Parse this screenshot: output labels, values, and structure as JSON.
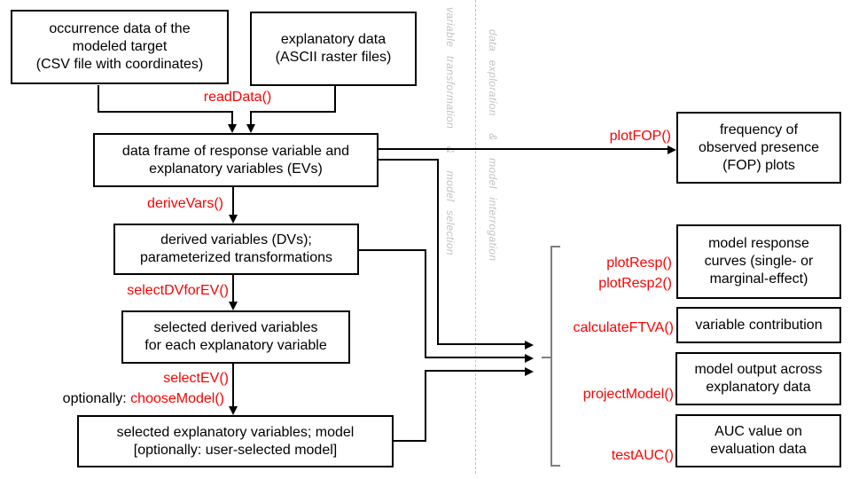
{
  "boxes": {
    "occurrence": "occurrence data of the\nmodeled target\n(CSV file with coordinates)",
    "explanatory": "explanatory data\n(ASCII raster files)",
    "dataframe": "data frame of response variable and\nexplanatory variables (EVs)",
    "derived_vars": "derived variables (DVs);\nparameterized transformations",
    "selected_dvs": "selected derived variables\nfor each explanatory variable",
    "selected_evs_model": "selected explanatory variables; model\n[optionally: user-selected model]",
    "fop_plots": "frequency of\nobserved presence\n(FOP) plots",
    "response_curves": "model response\ncurves (single- or\nmarginal-effect)",
    "variable_contribution": "variable contribution",
    "model_output": "model output across\nexplanatory data",
    "auc_value": "AUC value on\nevaluation data"
  },
  "functions": {
    "readData": "readData()",
    "deriveVars": "deriveVars()",
    "selectDVforEV": "selectDVforEV()",
    "selectEV": "selectEV()",
    "chooseModel": "chooseModel()",
    "plotFOP": "plotFOP()",
    "plotResp": "plotResp()",
    "plotResp2": "plotResp2()",
    "calculateFTVA": "calculateFTVA()",
    "projectModel": "projectModel()",
    "testAUC": "testAUC()"
  },
  "labels": {
    "optionally": "optionally: "
  },
  "lanes": {
    "left": "variable transformation  &  model selection",
    "right": "data exploration  &  model interrogation"
  },
  "colors": {
    "function_red": "#ff0000",
    "box_border": "#000000",
    "connector_black": "#000000",
    "bracket_gray": "#7f7f7f",
    "lane_gray": "#c3c3c3"
  }
}
